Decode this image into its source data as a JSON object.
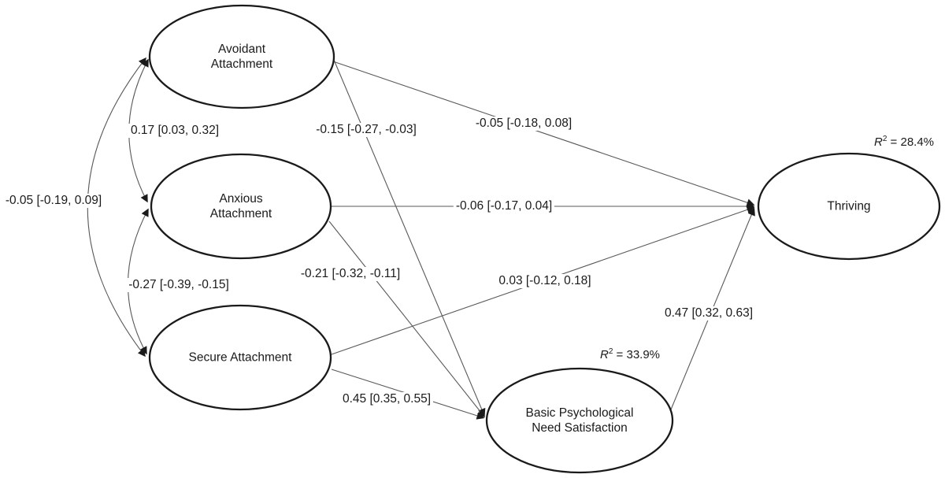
{
  "diagram_title": "structural-equation-model",
  "nodes": {
    "avoidant": {
      "line1": "Avoidant",
      "line2": "Attachment"
    },
    "anxious": {
      "line1": "Anxious",
      "line2": "Attachment"
    },
    "secure": {
      "line1": "Secure Attachment"
    },
    "bpns": {
      "line1": "Basic Psychological",
      "line2": "Need Satisfaction"
    },
    "thriving": {
      "line1": "Thriving"
    }
  },
  "paths": {
    "avoidant_thriving": "-0.05 [-0.18, 0.08]",
    "avoidant_bpns": "-0.15 [-0.27, -0.03]",
    "anxious_thriving": "-0.06 [-0.17, 0.04]",
    "anxious_bpns": "-0.21 [-0.32, -0.11]",
    "secure_thriving": "0.03 [-0.12, 0.18]",
    "secure_bpns": "0.45 [0.35, 0.55]",
    "bpns_thriving": "0.47 [0.32, 0.63]"
  },
  "covariances": {
    "avoidant_anxious": "0.17 [0.03, 0.32]",
    "anxious_secure": "-0.27 [-0.39, -0.15]",
    "avoidant_secure": "-0.05 [-0.19, 0.09]"
  },
  "r_squared": {
    "symbol": "R",
    "superscript": "2",
    "thriving": " = 28.4%",
    "bpns": " = 33.9%"
  },
  "colors": {
    "background": "#ffffff",
    "node_stroke": "#1a1a1a",
    "line": "#595959",
    "arrowhead": "#1a1a1a",
    "text": "#1a1a1a"
  }
}
